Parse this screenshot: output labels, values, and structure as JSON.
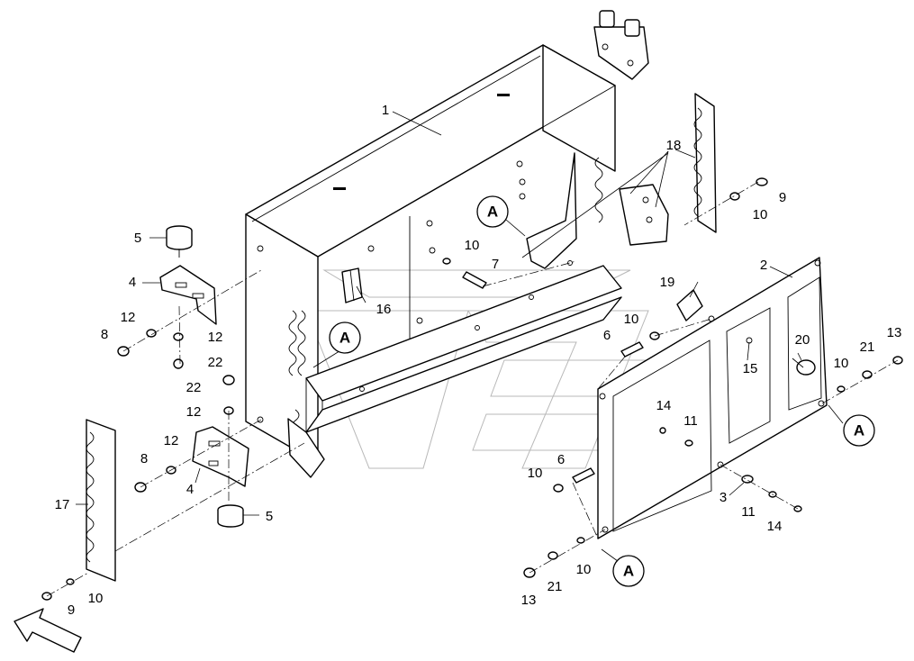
{
  "callouts": {
    "c1": "1",
    "c2": "2",
    "c3": "3",
    "c4a": "4",
    "c4b": "4",
    "c5a": "5",
    "c5b": "5",
    "c6a": "6",
    "c6b": "6",
    "c7": "7",
    "c8a": "8",
    "c8b": "8",
    "c9a": "9",
    "c9b": "9",
    "c10a": "10",
    "c10b": "10",
    "c10c": "10",
    "c10d": "10",
    "c10e": "10",
    "c10f": "10",
    "c10g": "10",
    "c11a": "11",
    "c11b": "11",
    "c12a": "12",
    "c12b": "12",
    "c12c": "12",
    "c12d": "12",
    "c13a": "13",
    "c13b": "13",
    "c14a": "14",
    "c14b": "14",
    "c15": "15",
    "c16": "16",
    "c17": "17",
    "c18": "18",
    "c19": "19",
    "c20": "20",
    "c21a": "21",
    "c21b": "21",
    "c22a": "22",
    "c22b": "22"
  },
  "detail_markers": {
    "a1": "A",
    "a2": "A",
    "a3": "A",
    "a4": "A"
  }
}
